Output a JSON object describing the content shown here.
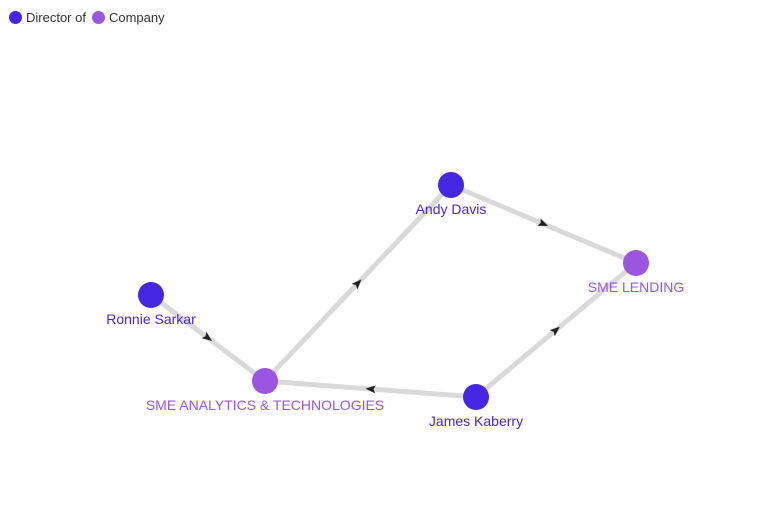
{
  "legend": [
    {
      "label": "Director of",
      "color": "#4527e3"
    },
    {
      "label": "Company",
      "color": "#9b55e0"
    }
  ],
  "colors": {
    "director": "#4527e3",
    "company": "#9b55e0",
    "edge": "#d9d9d9",
    "arrow": "#222222"
  },
  "nodes": [
    {
      "id": "andy",
      "label": "Andy Davis",
      "type": "director"
    },
    {
      "id": "sme_lending",
      "label": "SME LENDING",
      "type": "company"
    },
    {
      "id": "ronnie",
      "label": "Ronnie Sarkar",
      "type": "director"
    },
    {
      "id": "sme_analytics",
      "label": "SME ANALYTICS & TECHNOLOGIES",
      "type": "company"
    },
    {
      "id": "james",
      "label": "James Kaberry",
      "type": "director"
    }
  ],
  "edges": [
    {
      "source": "andy",
      "target": "sme_lending"
    },
    {
      "source": "sme_analytics",
      "target": "andy"
    },
    {
      "source": "ronnie",
      "target": "sme_analytics"
    },
    {
      "source": "james",
      "target": "sme_analytics"
    },
    {
      "source": "james",
      "target": "sme_lending"
    }
  ]
}
